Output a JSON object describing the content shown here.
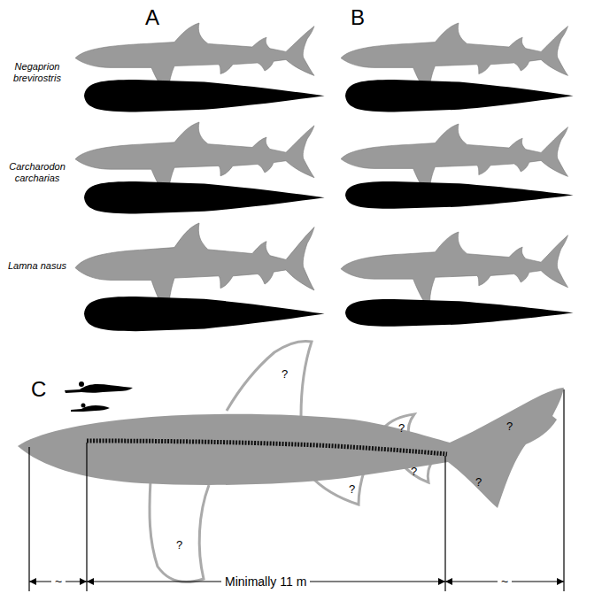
{
  "diagram": {
    "labels": [
      "A",
      "B",
      "Negaprion brevirostris",
      "Carcharodon carcharias",
      "Lamna nasus",
      "C",
      "?",
      "?",
      "?",
      "?",
      "?",
      "?",
      "?",
      "~",
      "Minimally 11 m",
      "~"
    ]
  }
}
